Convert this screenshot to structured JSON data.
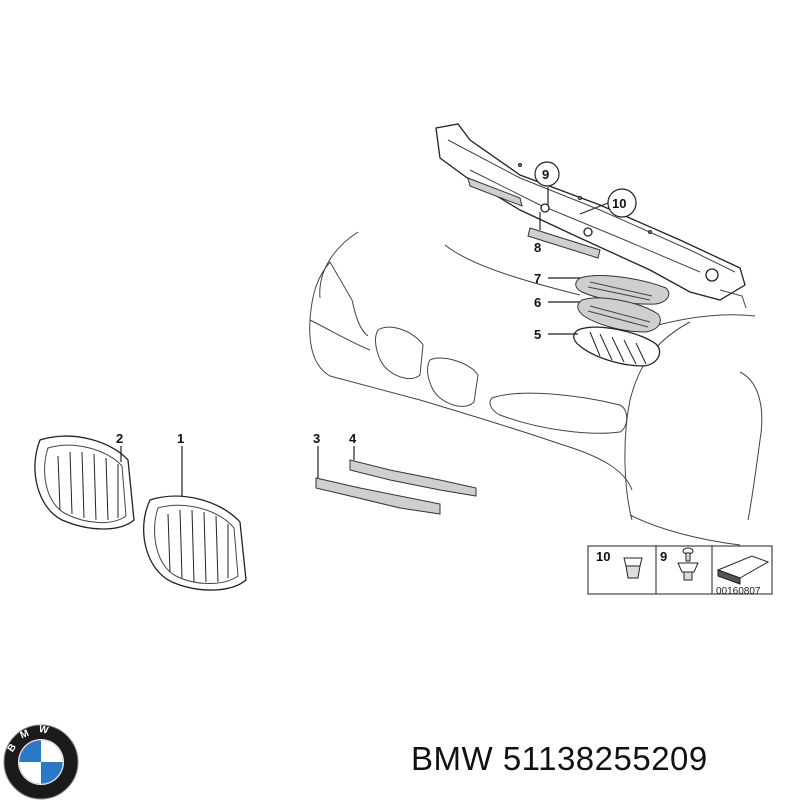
{
  "callouts": {
    "c1": "1",
    "c2": "2",
    "c3": "3",
    "c4": "4",
    "c5": "5",
    "c6": "6",
    "c7": "7",
    "c8": "8",
    "c9": "9",
    "c10": "10"
  },
  "legend": {
    "item_a": "10",
    "item_b": "9",
    "diagram_code": "00160807"
  },
  "logo": {
    "letters": "BMW",
    "colors": {
      "ring": "#1a1a1a",
      "blue": "#2a78c8",
      "white": "#ffffff"
    }
  },
  "caption": {
    "brand": "BMW",
    "part_number": "51138255209"
  }
}
